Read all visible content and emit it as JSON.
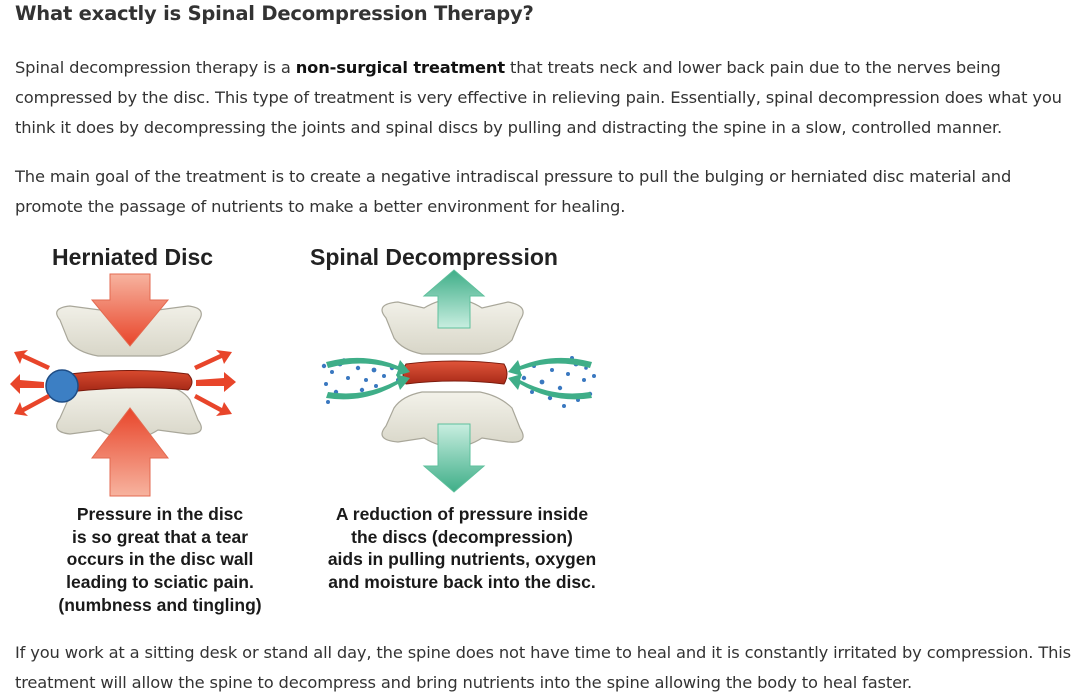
{
  "heading": "What exactly is Spinal Decompression Therapy?",
  "paragraph1": {
    "before": "Spinal decompression therapy is a ",
    "bold": "non-surgical treatment",
    "after": " that treats neck and lower back pain due to the nerves being compressed by the disc. This type of treatment is very effective in relieving pain. Essentially, spinal decompression does  what you think it does by decompressing the joints and spinal discs by pulling and distracting the spine in a slow, controlled manner."
  },
  "paragraph2": "The main goal of the treatment is to create a negative intradiscal pressure to pull the bulging or herniated disc material and promote the passage of nutrients to make a better environment for healing.",
  "figure": {
    "left": {
      "title": "Herniated Disc",
      "caption": [
        "Pressure in the disc",
        "is so great that a tear",
        "occurs in the disc wall",
        "leading to sciatic pain.",
        "(numbness and tingling)"
      ]
    },
    "right": {
      "title": "Spinal Decompression",
      "caption": [
        "A reduction of pressure inside",
        "the discs (decompression)",
        "aids in pulling nutrients, oxygen",
        "and moisture back into the disc."
      ]
    },
    "colors": {
      "pressure_arrow": "#e8452a",
      "decompression_arrow": "#3fae88",
      "disc": "#c8321f",
      "bone": "#eae9df",
      "herniation": "#3c7fc4"
    }
  },
  "paragraph3": "If you work at a sitting desk or stand all day, the spine does not have time to heal and it is constantly irritated by compression. This treatment will allow the spine to decompress and bring nutrients into the spine allowing the body to heal faster."
}
